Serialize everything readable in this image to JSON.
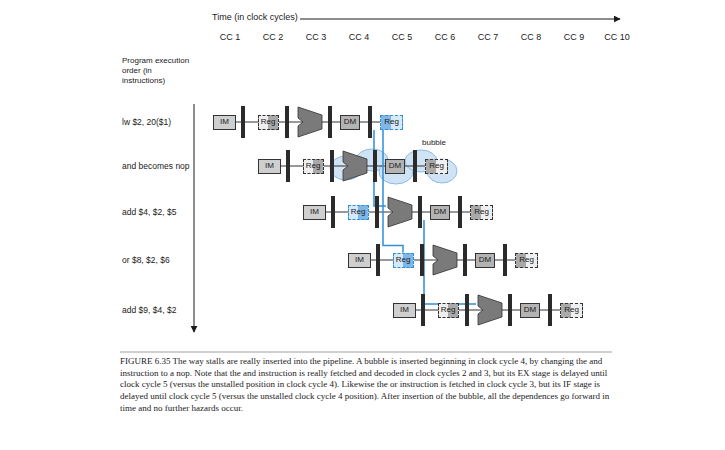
{
  "diagram": {
    "caption": "FIGURE 6.35 The way stalls are really inserted into the pipeline. A bubble is inserted beginning in clock cycle 4, by changing the and instruction to a nop. Note that the and instruction is really fetched and decoded in clock cycles 2 and 3, but its EX stage is delayed until clock cycle 5 (versus the unstalled position in clock cycle 4). Likewise the or instruction is fetched in clock cycle 3, but its IF stage is delayed until clock cycle 5 (versus the unstalled clock cycle 4 position). After insertion of the bubble, all the dependences go forward in time and no further hazards occur.",
    "nodes": [
      {
        "text": [
          "IM"
        ]
      },
      {
        "text": [
          "Reg"
        ]
      },
      {
        "text": [
          "DM"
        ]
      },
      {
        "text": [
          "Reg"
        ]
      },
      {
        "text": [
          "IM"
        ]
      },
      {
        "text": [
          "Reg"
        ]
      },
      {
        "text": [
          "DM"
        ]
      },
      {
        "text": [
          "Reg"
        ]
      },
      {
        "text": [
          "IM"
        ]
      },
      {
        "text": [
          "Reg"
        ]
      },
      {
        "text": [
          "DM"
        ]
      },
      {
        "text": [
          "Reg"
        ]
      },
      {
        "text": [
          "IM"
        ]
      },
      {
        "text": [
          "Reg"
        ]
      },
      {
        "text": [
          "DM"
        ]
      },
      {
        "text": [
          "Reg"
        ]
      },
      {
        "text": [
          "IM"
        ]
      },
      {
        "text": [
          "Reg"
        ]
      },
      {
        "text": [
          "DM"
        ]
      },
      {
        "text": [
          "Reg"
        ]
      }
    ],
    "edges": [
      {
        "from": 3,
        "to": 13,
        "arrow": "none"
      }
    ],
    "labels": [
      "Time (in clock cycles)",
      "CC 1",
      "CC 2",
      "CC 3",
      "CC 4",
      "CC 5",
      "CC 6",
      "CC 7",
      "CC 8",
      "CC 9",
      "CC 10",
      "Program execution order (in instructions)",
      "lw $2, 20($1)",
      "and becomes nop",
      "add $4, $2, $5",
      "or $8, $2, $6",
      "add $9, $4, $2",
      "bubble"
    ]
  }
}
